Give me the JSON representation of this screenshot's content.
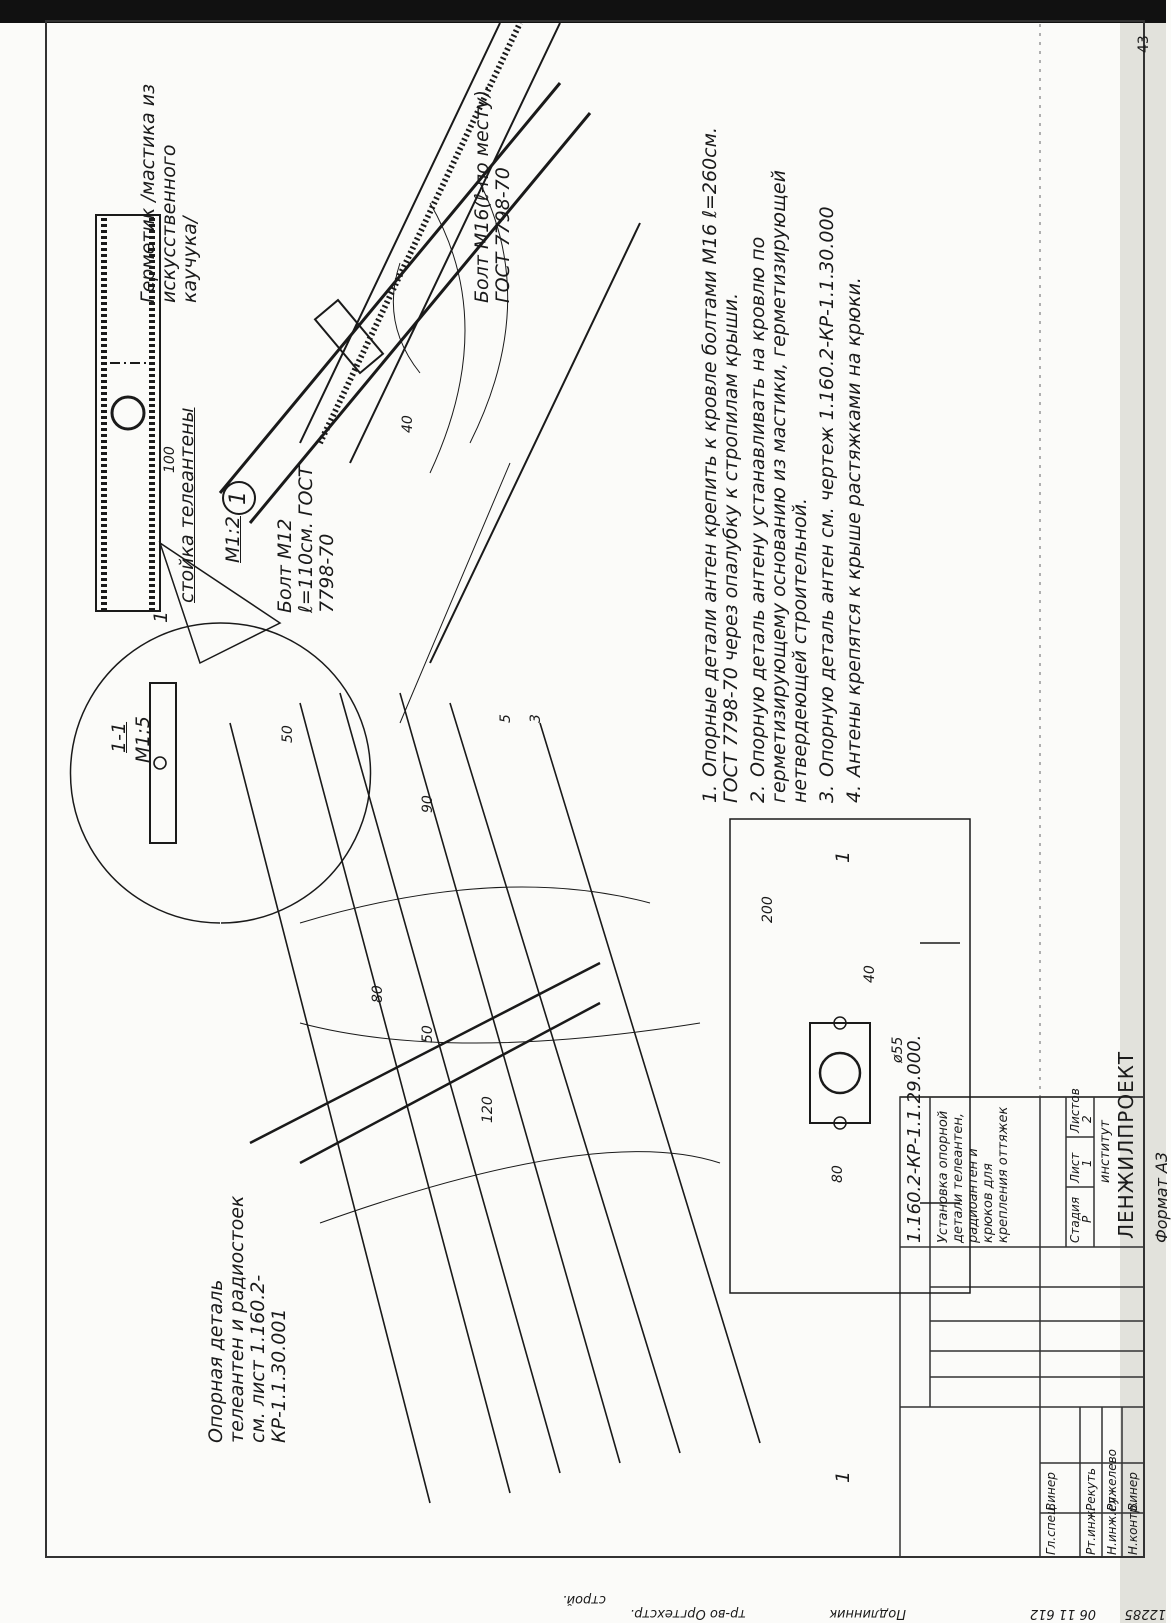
{
  "page_number": "43",
  "notes": [
    {
      "num": "1.",
      "text": "Опорные детали антен крепить к кровле болтами М16 ℓ=260см. ГОСТ 7798-70 через опалубку к стропилам крыши."
    },
    {
      "num": "2.",
      "text": "Опорную деталь антену устанавливать на кровлю по герметизирующему основанию из мастики, герметизирующей нетвердеющей строительной."
    },
    {
      "num": "3.",
      "text": "Опорную деталь антен см. чертеж 1.160.2-КР-1.1.30.000"
    },
    {
      "num": "4.",
      "text": "Антены крепятся к крыше растяжками на крюки."
    }
  ],
  "labels": {
    "section_title": "1-1",
    "section_scale": "М1:5",
    "detail_mark": "1",
    "detail_scale": "М1:2",
    "mast": "стойка телеантены",
    "sealant": "Герметик /мастика из искусственного каучука/",
    "bolt_m12": "Болт М12 ℓ=110см. ГОСТ 7798-70",
    "bolt_m16": "Болт М16(ℓ-по месту). ГОСТ 7798-70",
    "support_ref": "Опорная деталь телеантен и радиостоек см. лист 1.160.2-КР-1.1.30.001",
    "callout_1": "1",
    "cut_mark": "1"
  },
  "dimensions": {
    "d100": "100",
    "d90": "90",
    "d40": "40",
    "d5": "5",
    "d3": "3",
    "d120": "120",
    "d50a": "50",
    "d50b": "50",
    "d80": "80",
    "d200": "200",
    "d80b": "80",
    "d40b": "40",
    "d55": "ø55"
  },
  "title_block": {
    "code": "1.160.2-КР-1.1.29.000.",
    "title": "Установка опорной детали телеантен, радиоантен и крюков для крепления оттяжек",
    "stage_header": "Стадия",
    "sheet_header": "Лист",
    "sheets_header": "Листов",
    "stage": "Р",
    "sheet": "1",
    "sheets": "2",
    "institute_label": "институт",
    "institute": "ЛЕНЖИЛПРОЕКТ",
    "format_label": "Формат А3",
    "staff": [
      {
        "role": "Гл.спец.",
        "name": "Винер"
      },
      {
        "role": "Рт.инж.",
        "name": "Рекуть"
      },
      {
        "role": "Н.инж.ел.",
        "name": "Ружелево"
      },
      {
        "role": "Н.контр.",
        "name": "Винер"
      }
    ]
  },
  "stamp": {
    "row1": "строй.",
    "row2": "тр-во Оргтехстр.",
    "row3": "Подлинник",
    "num1": "12285",
    "num2": "06 11 612"
  }
}
